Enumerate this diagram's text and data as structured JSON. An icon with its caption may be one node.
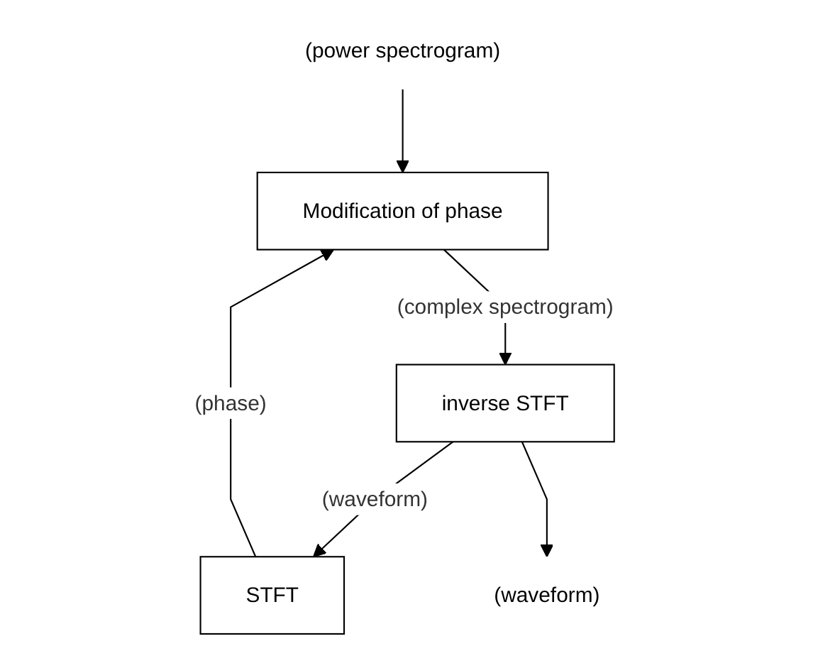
{
  "diagram": {
    "nodes": [
      {
        "text": [
          "(power spectrogram)"
        ]
      },
      {
        "text": [
          "Modification of phase"
        ]
      },
      {
        "text": [
          "STFT"
        ]
      },
      {
        "text": [
          "inverse STFT"
        ]
      },
      {
        "text": [
          "(waveform)"
        ]
      }
    ],
    "edges": [
      {
        "from": 0,
        "to": 1,
        "arrow": "to"
      },
      {
        "from": 2,
        "to": 1,
        "arrow": "to",
        "label": "(phase)"
      },
      {
        "from": 1,
        "to": 3,
        "arrow": "to",
        "label": "(complex spectrogram)"
      },
      {
        "from": 3,
        "to": 2,
        "arrow": "to",
        "label": "(waveform)"
      },
      {
        "from": 3,
        "to": 4,
        "arrow": "to"
      }
    ]
  }
}
